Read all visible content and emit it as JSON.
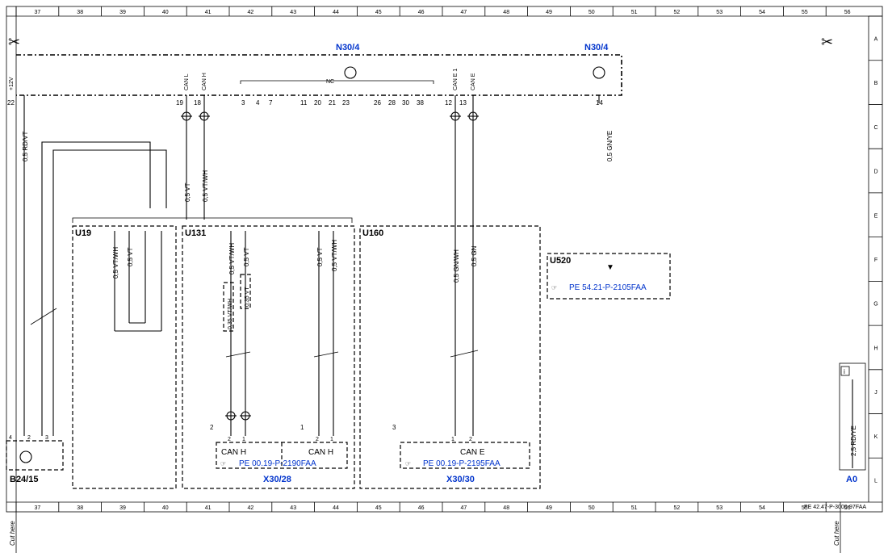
{
  "grid": {
    "columns": [
      "37",
      "38",
      "39",
      "40",
      "41",
      "42",
      "43",
      "44",
      "45",
      "46",
      "47",
      "48",
      "49",
      "50",
      "51",
      "52",
      "53",
      "54",
      "55",
      "56"
    ],
    "rows": [
      "A",
      "B",
      "C",
      "D",
      "E",
      "F",
      "G",
      "H",
      "J",
      "K",
      "L"
    ]
  },
  "components": {
    "n30_left": "N30/4",
    "n30_right": "N30/4",
    "u19": "U19",
    "u131": "U131",
    "u160": "U160",
    "u520": "U520",
    "b24": "B24/15",
    "x30_28": "X30/28",
    "x30_30": "X30/30",
    "a0": "A0"
  },
  "pins": {
    "p22": "22",
    "p19": "19",
    "p18": "18",
    "p3": "3",
    "p4": "4",
    "p7": "7",
    "p11": "11",
    "p20": "20",
    "p21": "21",
    "p23": "23",
    "p26": "26",
    "p28": "28",
    "p30": "30",
    "p38": "38",
    "p12": "12",
    "p13": "13",
    "p14": "14"
  },
  "pin_labels": {
    "v12": "+12V",
    "canl": "CAN L",
    "canh": "CAN H",
    "cane1": "CAN E 1",
    "cane2": "CAN E"
  },
  "nc": "NC",
  "wires": {
    "w_rdvt": "0,5 RD/VT",
    "w_gnye": "0,5 GN/YE",
    "w_vt": "0,5 VT",
    "w_vtwh": "0,5 VT/WH",
    "w_u19_a": "0,5 VT/WH",
    "w_u19_b": "0,5 VT",
    "w_u131_a": "0,5 VT/WH",
    "w_u131_b": "0,5 VT",
    "w_u131_c": "0,35 VT/WH",
    "w_u131_d": "0,35 VT",
    "w_u131_e": "0,5 VT",
    "w_u131_f": "0,5 VT/WH",
    "w_u160_a": "0,5 GN/WH",
    "w_u160_b": "0,5 GN",
    "w_a0": "2,5 RD/YE"
  },
  "connectors": {
    "c1_label": "CAN H",
    "c1_ref": "PE 00.19-P-2190FAA",
    "c2_label": "CAN H",
    "c3_label": "CAN E",
    "c3_ref": "PE 00.19-P-2195FAA",
    "u520_ref": "PE 54.21-P-2105FAA",
    "pin_1": "1",
    "pin_2": "2",
    "pin_3": "3",
    "pin_4": "4",
    "num_1": "1",
    "num_2": "2",
    "num_3": "3"
  },
  "footer": {
    "doc_ref": "PE 42.47-P-3000-97FAA",
    "cut_here": "Cut here"
  },
  "colors": {
    "link_blue": "#0033cc",
    "line": "#000000"
  }
}
